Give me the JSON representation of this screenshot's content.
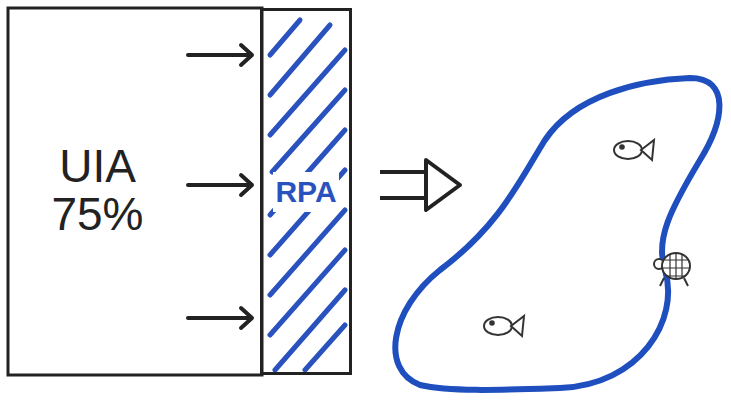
{
  "diagram": {
    "nodes": [
      {
        "text": [
          "UIA 75%"
        ]
      },
      {
        "text": [
          "RPA"
        ]
      }
    ],
    "edges": [
      {
        "from": 0,
        "to": 1,
        "arrow": "to"
      },
      {
        "from": 0,
        "to": 1,
        "arrow": "to"
      },
      {
        "from": 0,
        "to": 1,
        "arrow": "to"
      }
    ]
  }
}
